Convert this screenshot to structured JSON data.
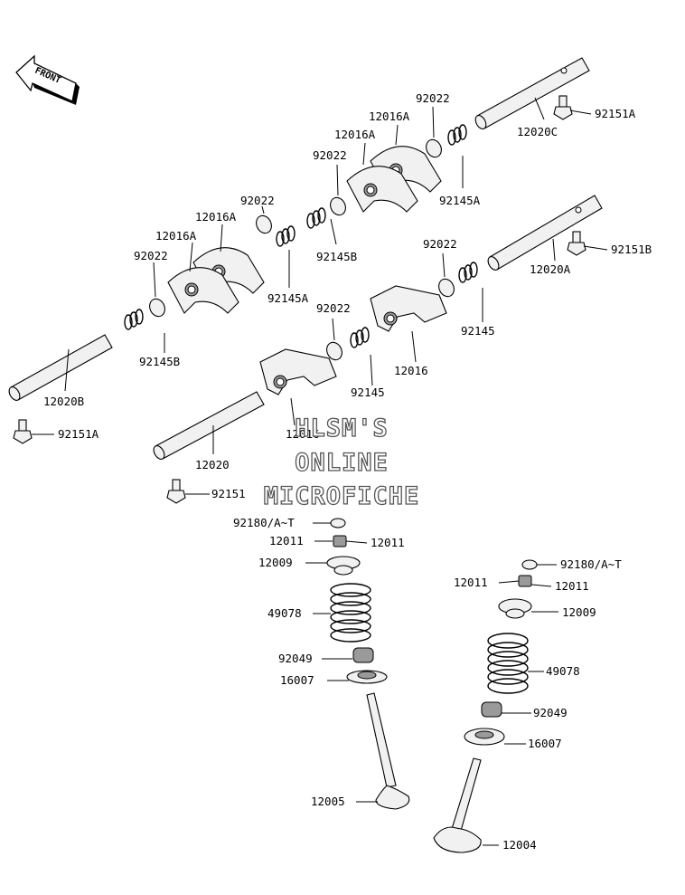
{
  "front_label": "FRONT",
  "watermark": [
    "HLSM'S",
    "ONLINE",
    "MICROFICHE"
  ],
  "labels": {
    "p92151A_top": "92151A",
    "p12020C": "12020C",
    "p92022_a": "92022",
    "p12016A_a": "12016A",
    "p12016A_b": "12016A",
    "p92022_b": "92022",
    "p92145A_a": "92145A",
    "p92022_c": "92022",
    "p12016A_c": "12016A",
    "p92145B_a": "92145B",
    "p12016A_d": "12016A",
    "p92022_d": "92022",
    "p92145A_b": "92145A",
    "p92145B_b": "92145B",
    "p92151B": "92151B",
    "p12020A": "12020A",
    "p92022_e": "92022",
    "p92145_a": "92145",
    "p92022_f": "92022",
    "p12016_a": "12016",
    "p92145_b": "92145",
    "p12016_b": "12016",
    "p12020B": "12020B",
    "p92151A_bottom": "92151A",
    "p12020": "12020",
    "p92151": "92151",
    "p92180_left": "92180/A~T",
    "p12011_left_a": "12011",
    "p12011_left_b": "12011",
    "p12009_left": "12009",
    "p49078_left": "49078",
    "p92049_left": "92049",
    "p16007_left": "16007",
    "p12005": "12005",
    "p92180_right": "92180/A~T",
    "p12011_right_a": "12011",
    "p12011_right_b": "12011",
    "p12009_right": "12009",
    "p49078_right": "49078",
    "p92049_right": "92049",
    "p16007_right": "16007",
    "p12004": "12004"
  }
}
